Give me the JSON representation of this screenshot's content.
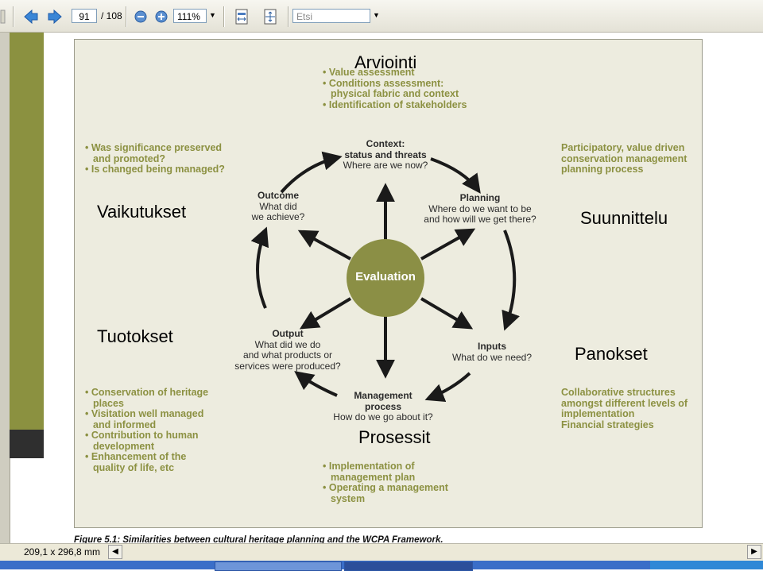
{
  "toolbar": {
    "page_number": "91",
    "page_total": "/ 108",
    "zoom": "111%",
    "search_placeholder": "Etsi"
  },
  "figure": {
    "top_bullets": [
      "Value assessment",
      "Conditions assessment:",
      "physical fabric and context",
      "Identification of stakeholders"
    ],
    "left_top_bullets": [
      "Was significance preserved",
      "and promoted?",
      "Is changed being managed?"
    ],
    "right_top_text": [
      "Participatory, value driven",
      "conservation management",
      "planning process"
    ],
    "left_bottom_bullets": [
      "Conservation of heritage",
      "places",
      "Visitation well managed",
      "and informed",
      "Contribution to human",
      "development",
      "Enhancement of the",
      "quality of life, etc"
    ],
    "right_bottom_text": [
      "Collaborative structures",
      "amongst different levels of",
      "implementation",
      "Financial strategies"
    ],
    "bottom_bullets": [
      "Implementation of",
      "management plan",
      "Operating a management",
      "system"
    ],
    "center_label": "Evaluation",
    "context": {
      "title1": "Context:",
      "title2": "status and threats",
      "q": "Where are we now?"
    },
    "planning": {
      "title": "Planning",
      "q1": "Where do we want to be",
      "q2": "and how will we get there?"
    },
    "inputs": {
      "title": "Inputs",
      "q": "What do we need?"
    },
    "management": {
      "title1": "Management",
      "title2": "process",
      "q": "How do we go about it?"
    },
    "output": {
      "title": "Output",
      "q1": "What did we do",
      "q2": "and what products or",
      "q3": "services were produced?"
    },
    "outcome": {
      "title": "Outcome",
      "q1": "What did",
      "q2": "we achieve?"
    }
  },
  "overlays": {
    "arviointi": "Arviointi",
    "vaikutukset": "Vaikutukset",
    "suunnittelu": "Suunnittelu",
    "tuotokset": "Tuotokset",
    "panokset": "Panokset",
    "prosessit": "Prosessit"
  },
  "caption": "Figure 5.1: Similarities between cultural heritage planning and the WCPA Framework.",
  "statusbar": {
    "page_size": "209,1 x 296,8 mm"
  },
  "colors": {
    "olive": "#8c9142",
    "figure_bg": "#edecdf",
    "circle": "#8b8f45"
  }
}
